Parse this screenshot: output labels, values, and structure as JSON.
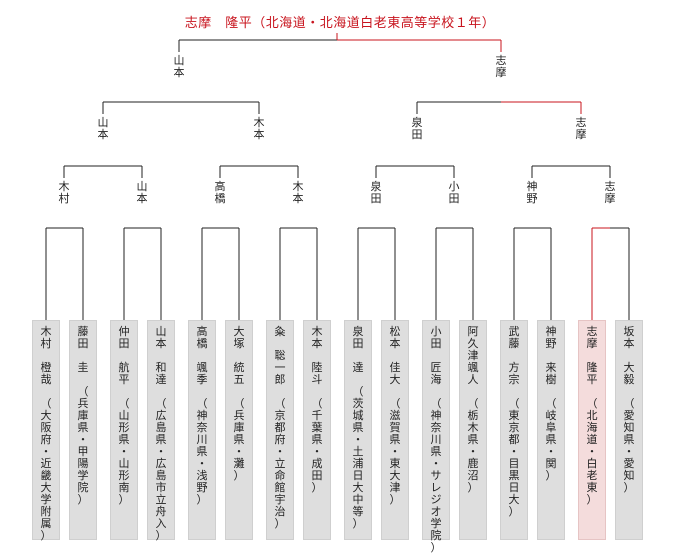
{
  "champion": {
    "text": "志摩　隆平（北海道・北海道白老東高等学校１年）"
  },
  "rounds": {
    "final": [
      "山本",
      "志摩"
    ],
    "semifinal": [
      "山本",
      "木本",
      "泉田",
      "志摩"
    ],
    "quarterfinal": [
      "木村",
      "山本",
      "高橋",
      "木本",
      "泉田",
      "小田",
      "神野",
      "志摩"
    ]
  },
  "players": [
    {
      "name": "木村　橙哉",
      "affiliation": "（大阪府・近畿大学附属）",
      "winner": false
    },
    {
      "name": "藤田　圭",
      "affiliation": "（兵庫県・甲陽学院）",
      "winner": false
    },
    {
      "name": "仲田　航平",
      "affiliation": "（山形県・山形南）",
      "winner": false
    },
    {
      "name": "山本　和達",
      "affiliation": "（広島県・広島市立舟入）",
      "winner": false
    },
    {
      "name": "高橋　颯季",
      "affiliation": "（神奈川県・浅野）",
      "winner": false
    },
    {
      "name": "大塚　統五",
      "affiliation": "（兵庫県・灘）",
      "winner": false
    },
    {
      "name": "粂　聡一郎",
      "affiliation": "（京都府・立命館宇治）",
      "winner": false
    },
    {
      "name": "木本　陸斗",
      "affiliation": "（千葉県・成田）",
      "winner": false
    },
    {
      "name": "泉田　達",
      "affiliation": "（茨城県・土浦日大中等）",
      "winner": false
    },
    {
      "name": "松本　佳大",
      "affiliation": "（滋賀県・東大津）",
      "winner": false
    },
    {
      "name": "小田　匠海",
      "affiliation": "（神奈川県・サレジオ学院）",
      "winner": false
    },
    {
      "name": "阿久津颯人",
      "affiliation": "（栃木県・鹿沼）",
      "winner": false
    },
    {
      "name": "武藤　方宗",
      "affiliation": "（東京都・目黒日大）",
      "winner": false
    },
    {
      "name": "神野　来樹",
      "affiliation": "（岐阜県・関）",
      "winner": false
    },
    {
      "name": "志摩　隆平",
      "affiliation": "（北海道・白老東）",
      "winner": true
    },
    {
      "name": "坂本　大毅",
      "affiliation": "（愛知県・愛知）",
      "winner": false
    }
  ],
  "colors": {
    "line": "#222222",
    "winner_line": "#c8141e",
    "box": "#dedede",
    "winner_box": "#f4dcdc"
  }
}
